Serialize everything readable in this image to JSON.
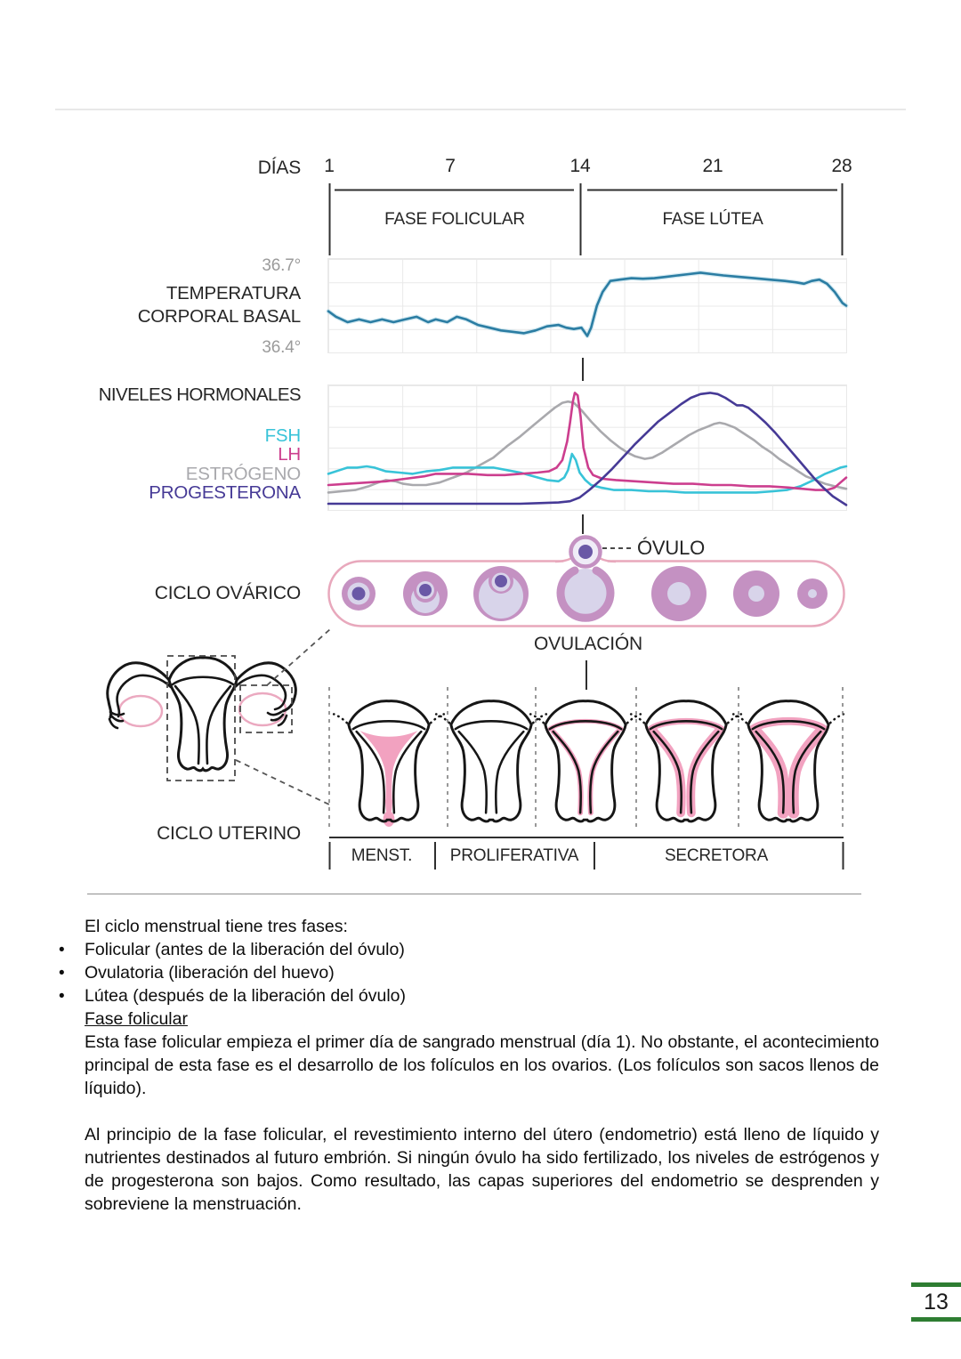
{
  "page": {
    "number": "13"
  },
  "figure": {
    "days_label": "DÍAS",
    "day_ticks": [
      "1",
      "7",
      "14",
      "21",
      "28"
    ],
    "phases": {
      "follicular": "FASE FOLICULAR",
      "luteal": "FASE LÚTEA"
    },
    "temperature": {
      "high_label": "36.7°",
      "low_label": "36.4°",
      "name_line1": "TEMPERATURA",
      "name_line2": "CORPORAL BASAL"
    },
    "hormones": {
      "title": "NIVELES HORMONALES"
    },
    "ovarian": {
      "label": "CICLO OVÁRICO",
      "ovum_label": "ÓVULO",
      "ovulation_label": "OVULACIÓN"
    },
    "uterine": {
      "label": "CICLO UTERINO",
      "phase_labels": [
        "MENST.",
        "PROLIFERATIVA",
        "SECRETORA"
      ]
    },
    "palette": {
      "follicle_ring": "#c491c2",
      "follicle_fluid": "#d8d4ea",
      "nucleus": "#6a58a6",
      "band_border": "#e8a8bc",
      "endometrium": "#f2a2c0",
      "outline": "#1a1a1a",
      "grid": "#e9e9e9",
      "axis_gray": "#9b9b9b",
      "accent_green": "#2e7d32"
    }
  },
  "chart_data": [
    {
      "type": "line",
      "title": "TEMPERATURA CORPORAL BASAL",
      "xlabel": "DÍAS",
      "x_ticks": [
        1,
        7,
        14,
        21,
        28
      ],
      "x_range": [
        1,
        28
      ],
      "y_range": [
        36.38,
        36.72
      ],
      "y_tick_labels": [
        "36.4°",
        "36.7°"
      ],
      "grid": true,
      "series": [
        {
          "name": "temperatura corporal basal",
          "color": "#2b7da3",
          "points": [
            [
              1,
              36.53
            ],
            [
              1.4,
              36.51
            ],
            [
              2,
              36.49
            ],
            [
              2.6,
              36.5
            ],
            [
              3.2,
              36.49
            ],
            [
              3.8,
              36.5
            ],
            [
              4.4,
              36.49
            ],
            [
              5,
              36.5
            ],
            [
              5.6,
              36.51
            ],
            [
              6.2,
              36.49
            ],
            [
              6.6,
              36.5
            ],
            [
              7.2,
              36.49
            ],
            [
              7.7,
              36.51
            ],
            [
              8.2,
              36.5
            ],
            [
              8.8,
              36.48
            ],
            [
              9.4,
              36.47
            ],
            [
              10,
              36.46
            ],
            [
              10.6,
              36.455
            ],
            [
              11.2,
              36.45
            ],
            [
              11.8,
              36.46
            ],
            [
              12.4,
              36.475
            ],
            [
              13,
              36.48
            ],
            [
              13.4,
              36.47
            ],
            [
              13.8,
              36.465
            ],
            [
              14.2,
              36.47
            ],
            [
              14.5,
              36.44
            ],
            [
              14.7,
              36.47
            ],
            [
              15,
              36.55
            ],
            [
              15.3,
              36.6
            ],
            [
              15.7,
              36.64
            ],
            [
              16.2,
              36.645
            ],
            [
              16.8,
              36.65
            ],
            [
              17.4,
              36.648
            ],
            [
              18,
              36.65
            ],
            [
              18.6,
              36.655
            ],
            [
              19.2,
              36.66
            ],
            [
              19.8,
              36.665
            ],
            [
              20.4,
              36.67
            ],
            [
              21,
              36.665
            ],
            [
              21.6,
              36.66
            ],
            [
              22.4,
              36.655
            ],
            [
              23.2,
              36.65
            ],
            [
              24,
              36.645
            ],
            [
              24.8,
              36.64
            ],
            [
              25.4,
              36.635
            ],
            [
              25.8,
              36.63
            ],
            [
              26.2,
              36.64
            ],
            [
              26.6,
              36.645
            ],
            [
              27,
              36.63
            ],
            [
              27.4,
              36.6
            ],
            [
              27.8,
              36.56
            ],
            [
              28,
              36.55
            ]
          ]
        }
      ]
    },
    {
      "type": "line",
      "title": "NIVELES HORMONALES",
      "x_range": [
        1,
        28
      ],
      "y_range": [
        0,
        100
      ],
      "grid": true,
      "legend_position": "left",
      "series": [
        {
          "name": "FSH",
          "color": "#38c3d8",
          "points": [
            [
              1,
              29
            ],
            [
              1.6,
              32
            ],
            [
              2,
              34
            ],
            [
              2.5,
              34
            ],
            [
              3,
              35
            ],
            [
              3.4,
              34
            ],
            [
              4,
              31
            ],
            [
              4.7,
              30
            ],
            [
              5.4,
              29
            ],
            [
              6.1,
              31
            ],
            [
              6.8,
              32
            ],
            [
              7.5,
              34
            ],
            [
              8.2,
              34
            ],
            [
              8.9,
              34
            ],
            [
              9.6,
              34
            ],
            [
              10.3,
              32
            ],
            [
              11,
              30
            ],
            [
              11.7,
              27
            ],
            [
              12.4,
              24
            ],
            [
              13,
              23
            ],
            [
              13.3,
              26
            ],
            [
              13.5,
              32
            ],
            [
              13.7,
              45
            ],
            [
              13.9,
              40
            ],
            [
              14.1,
              30
            ],
            [
              14.4,
              24
            ],
            [
              14.7,
              20
            ],
            [
              15.2,
              18
            ],
            [
              15.9,
              16
            ],
            [
              16.8,
              16
            ],
            [
              17.7,
              15
            ],
            [
              18.6,
              15
            ],
            [
              19.6,
              14
            ],
            [
              20.5,
              14
            ],
            [
              21.4,
              14
            ],
            [
              22.3,
              14
            ],
            [
              23.3,
              14
            ],
            [
              24.2,
              15
            ],
            [
              24.9,
              16
            ],
            [
              25.6,
              19
            ],
            [
              26.3,
              24
            ],
            [
              26.9,
              29
            ],
            [
              27.4,
              32
            ],
            [
              27.7,
              34
            ],
            [
              28,
              35
            ]
          ]
        },
        {
          "name": "LH",
          "color": "#cc3e8e",
          "points": [
            [
              1,
              20
            ],
            [
              2,
              21
            ],
            [
              3,
              22
            ],
            [
              4,
              23
            ],
            [
              5,
              25
            ],
            [
              6,
              27
            ],
            [
              6.6,
              29
            ],
            [
              7.4,
              29
            ],
            [
              8.3,
              29
            ],
            [
              9.3,
              28
            ],
            [
              10.2,
              28
            ],
            [
              11,
              29
            ],
            [
              11.9,
              30
            ],
            [
              12.5,
              31
            ],
            [
              12.9,
              34
            ],
            [
              13.2,
              40
            ],
            [
              13.45,
              55
            ],
            [
              13.6,
              70
            ],
            [
              13.75,
              87
            ],
            [
              13.85,
              94
            ],
            [
              14,
              92
            ],
            [
              14.15,
              75
            ],
            [
              14.3,
              50
            ],
            [
              14.55,
              34
            ],
            [
              14.8,
              28
            ],
            [
              15.3,
              25
            ],
            [
              16,
              24
            ],
            [
              17,
              23
            ],
            [
              18,
              22
            ],
            [
              19,
              21
            ],
            [
              20,
              21
            ],
            [
              21,
              20
            ],
            [
              22,
              20
            ],
            [
              23,
              19
            ],
            [
              24,
              19
            ],
            [
              25,
              18
            ],
            [
              25.7,
              17
            ],
            [
              26.4,
              16
            ],
            [
              27,
              16
            ],
            [
              27.4,
              18
            ],
            [
              27.7,
              22
            ],
            [
              28,
              26
            ]
          ]
        },
        {
          "name": "ESTRÓGENO",
          "color": "#a9a9ad",
          "points": [
            [
              1,
              14
            ],
            [
              1.7,
              15
            ],
            [
              2.4,
              16
            ],
            [
              3.1,
              19
            ],
            [
              3.6,
              22
            ],
            [
              4,
              24
            ],
            [
              4.5,
              23
            ],
            [
              4.9,
              21
            ],
            [
              5.4,
              20
            ],
            [
              6.1,
              20
            ],
            [
              6.8,
              22
            ],
            [
              7.5,
              26
            ],
            [
              8.2,
              30
            ],
            [
              8.9,
              36
            ],
            [
              9.6,
              42
            ],
            [
              10.3,
              51
            ],
            [
              11,
              59
            ],
            [
              11.7,
              68
            ],
            [
              12.4,
              77
            ],
            [
              12.8,
              82
            ],
            [
              13.2,
              86
            ],
            [
              13.5,
              87
            ],
            [
              13.8,
              86
            ],
            [
              14.2,
              80
            ],
            [
              14.7,
              71
            ],
            [
              15.2,
              63
            ],
            [
              15.7,
              56
            ],
            [
              16.2,
              50
            ],
            [
              16.6,
              46
            ],
            [
              17,
              43
            ],
            [
              17.5,
              41
            ],
            [
              17.9,
              42
            ],
            [
              18.4,
              46
            ],
            [
              18.9,
              51
            ],
            [
              19.4,
              56
            ],
            [
              19.8,
              60
            ],
            [
              20.3,
              64
            ],
            [
              20.8,
              67
            ],
            [
              21.1,
              69
            ],
            [
              21.4,
              70
            ],
            [
              21.7,
              69
            ],
            [
              22.2,
              66
            ],
            [
              22.7,
              61
            ],
            [
              23.2,
              56
            ],
            [
              23.6,
              51
            ],
            [
              24.1,
              46
            ],
            [
              24.5,
              41
            ],
            [
              25,
              36
            ],
            [
              25.5,
              31
            ],
            [
              25.9,
              27
            ],
            [
              26.4,
              24
            ],
            [
              26.9,
              21
            ],
            [
              27.4,
              19
            ],
            [
              28,
              17
            ]
          ]
        },
        {
          "name": "PROGESTERONA",
          "color": "#463a96",
          "points": [
            [
              1,
              5
            ],
            [
              3,
              5
            ],
            [
              5,
              5
            ],
            [
              7,
              5
            ],
            [
              9,
              5
            ],
            [
              11,
              5
            ],
            [
              12,
              5.5
            ],
            [
              13,
              6
            ],
            [
              13.6,
              7
            ],
            [
              14.1,
              10
            ],
            [
              14.6,
              16
            ],
            [
              15.2,
              24
            ],
            [
              15.8,
              33
            ],
            [
              16.4,
              43
            ],
            [
              17,
              53
            ],
            [
              17.6,
              62
            ],
            [
              18.2,
              71
            ],
            [
              18.8,
              78
            ],
            [
              19.4,
              85
            ],
            [
              19.9,
              90
            ],
            [
              20.4,
              93
            ],
            [
              20.9,
              94
            ],
            [
              21.3,
              93
            ],
            [
              21.7,
              90
            ],
            [
              22,
              87
            ],
            [
              22.3,
              84
            ],
            [
              22.6,
              84
            ],
            [
              22.9,
              82
            ],
            [
              23.3,
              77
            ],
            [
              23.8,
              70
            ],
            [
              24.3,
              62
            ],
            [
              24.8,
              53
            ],
            [
              25.3,
              44
            ],
            [
              25.8,
              35
            ],
            [
              26.3,
              26
            ],
            [
              26.8,
              18
            ],
            [
              27.3,
              11
            ],
            [
              27.7,
              7
            ],
            [
              28,
              4
            ]
          ]
        }
      ]
    }
  ],
  "text": {
    "intro": "El ciclo menstrual tiene tres fases:",
    "bullets": [
      "Folicular (antes de la liberación del óvulo)",
      "Ovulatoria (liberación del huevo)",
      "Lútea (después de la liberación del óvulo)"
    ],
    "heading": "Fase folicular",
    "para1": "Esta fase folicular empieza el primer día de sangrado menstrual (día 1). No obstante, el acontecimiento principal de esta fase es el desarrollo de los folículos en los ovarios. (Los folículos son sacos llenos de líquido).",
    "para2": "Al principio de la fase folicular, el revestimiento interno del útero (endometrio) está lleno de líquido y nutrientes destinados al futuro embrión. Si ningún óvulo ha sido fertilizado, los niveles de estrógenos y de progesterona son bajos. Como resultado, las capas superiores del endometrio se desprenden y sobreviene la menstruación."
  }
}
